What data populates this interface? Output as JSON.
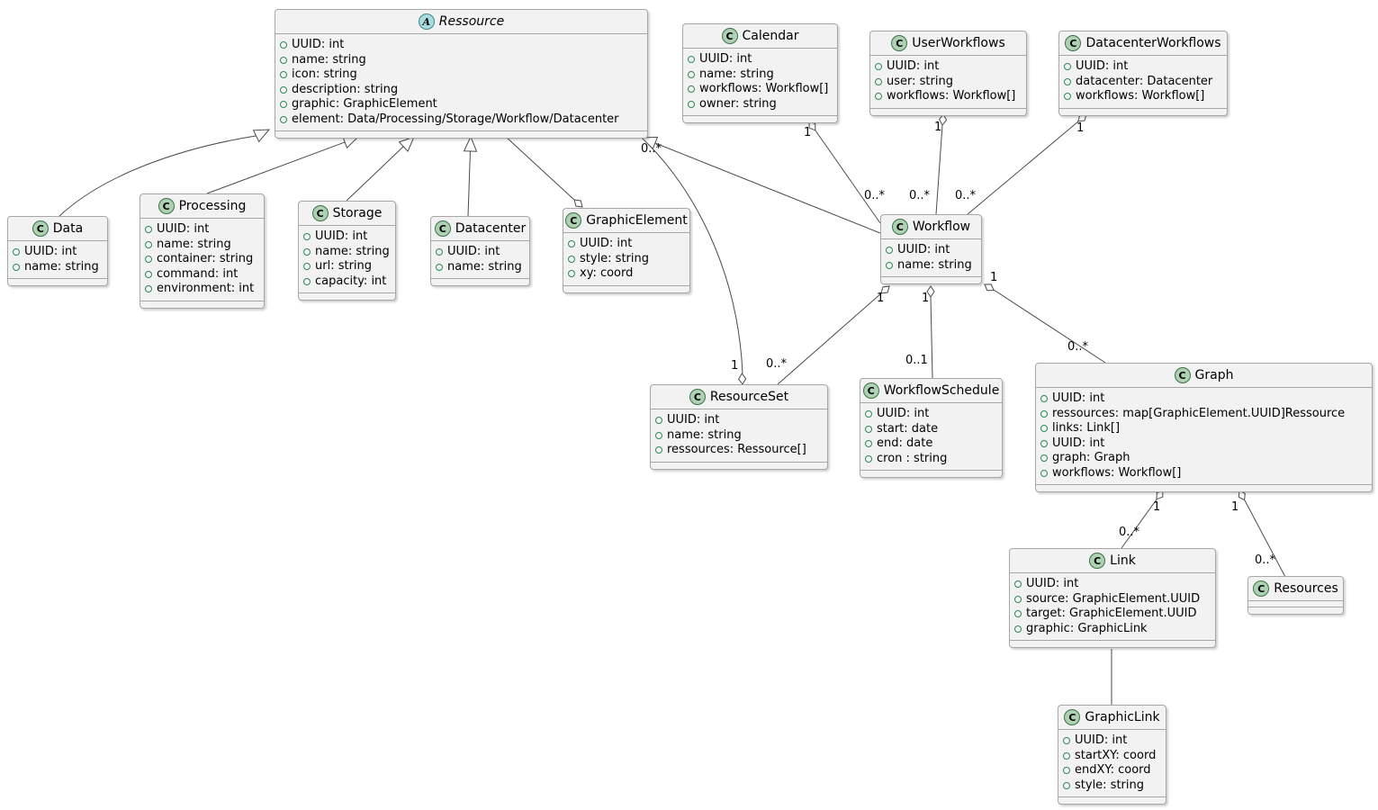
{
  "diagram_type": "uml-class-diagram",
  "classes": [
    {
      "id": "ressource",
      "stereotype": "A",
      "name": "Ressource",
      "attributes": [
        "UUID: int",
        "name: string",
        "icon: string",
        "description: string",
        "graphic: GraphicElement",
        "element: Data/Processing/Storage/Workflow/Datacenter"
      ]
    },
    {
      "id": "calendar",
      "stereotype": "C",
      "name": "Calendar",
      "attributes": [
        "UUID: int",
        "name: string",
        "workflows: Workflow[]",
        "owner: string"
      ]
    },
    {
      "id": "user_workflows",
      "stereotype": "C",
      "name": "UserWorkflows",
      "attributes": [
        "UUID: int",
        "user: string",
        "workflows: Workflow[]"
      ]
    },
    {
      "id": "datacenter_workflows",
      "stereotype": "C",
      "name": "DatacenterWorkflows",
      "attributes": [
        "UUID: int",
        "datacenter: Datacenter",
        "workflows: Workflow[]"
      ]
    },
    {
      "id": "data",
      "stereotype": "C",
      "name": "Data",
      "attributes": [
        "UUID: int",
        "name: string"
      ]
    },
    {
      "id": "processing",
      "stereotype": "C",
      "name": "Processing",
      "attributes": [
        "UUID: int",
        "name: string",
        "container: string",
        "command: int",
        "environment: int"
      ]
    },
    {
      "id": "storage",
      "stereotype": "C",
      "name": "Storage",
      "attributes": [
        "UUID: int",
        "name: string",
        "url: string",
        "capacity: int"
      ]
    },
    {
      "id": "datacenter",
      "stereotype": "C",
      "name": "Datacenter",
      "attributes": [
        "UUID: int",
        "name: string"
      ]
    },
    {
      "id": "graphic_element",
      "stereotype": "C",
      "name": "GraphicElement",
      "attributes": [
        "UUID: int",
        "style: string",
        "xy: coord"
      ]
    },
    {
      "id": "workflow",
      "stereotype": "C",
      "name": "Workflow",
      "attributes": [
        "UUID: int",
        "name: string"
      ]
    },
    {
      "id": "resource_set",
      "stereotype": "C",
      "name": "ResourceSet",
      "attributes": [
        "UUID: int",
        "name: string",
        "ressources: Ressource[]"
      ]
    },
    {
      "id": "workflow_schedule",
      "stereotype": "C",
      "name": "WorkflowSchedule",
      "attributes": [
        "UUID: int",
        "start: date",
        "end: date",
        "cron : string"
      ]
    },
    {
      "id": "graph",
      "stereotype": "C",
      "name": "Graph",
      "attributes": [
        "UUID: int",
        "ressources: map[GraphicElement.UUID]Ressource",
        "links: Link[]",
        "UUID: int",
        "graph: Graph",
        "workflows: Workflow[]"
      ]
    },
    {
      "id": "link",
      "stereotype": "C",
      "name": "Link",
      "attributes": [
        "UUID: int",
        "source: GraphicElement.UUID",
        "target: GraphicElement.UUID",
        "graphic: GraphicLink"
      ]
    },
    {
      "id": "resources",
      "stereotype": "C",
      "name": "Resources",
      "attributes": []
    },
    {
      "id": "graphic_link",
      "stereotype": "C",
      "name": "GraphicLink",
      "attributes": [
        "UUID: int",
        "startXY: coord",
        "endXY: coord",
        "style: string"
      ]
    }
  ],
  "labels": {
    "calendar_1": "1",
    "calendar_workflow_many": "0..*",
    "userworkflows_1": "1",
    "userworkflows_workflow_many": "0..*",
    "datacenterworkflows_1": "1",
    "datacenterworkflows_workflow_many": "0..*",
    "resourceset_ressource_many": "0..*",
    "resourceset_1": "1",
    "workflow_resourceset_1": "1",
    "workflow_resourceset_many": "0..*",
    "workflow_schedule_1": "1",
    "workflow_schedule_01": "0..1",
    "workflow_graph_1": "1",
    "workflow_graph_many": "0..*",
    "graph_link_1": "1",
    "graph_link_many": "0..*",
    "graph_resources_1": "1",
    "graph_resources_many": "0..*"
  },
  "colors": {
    "class_circle_fill": "#ADD1B2",
    "abstract_circle_fill": "#A9DCDF",
    "box_fill": "#F2F2F2",
    "box_border": "#A7A7A7",
    "edge_stroke": "#4B4B4B",
    "field_icon": "#2E8B57"
  }
}
